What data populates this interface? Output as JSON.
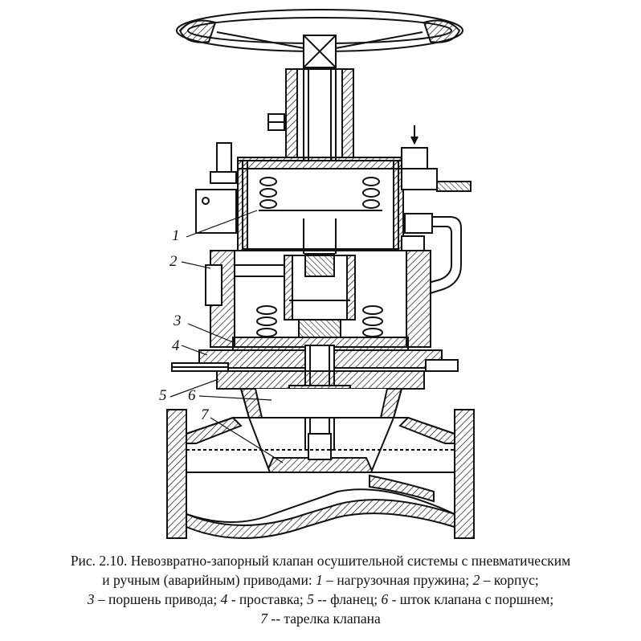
{
  "callouts": [
    {
      "id": "1",
      "text": "1"
    },
    {
      "id": "2",
      "text": "2"
    },
    {
      "id": "3",
      "text": "3"
    },
    {
      "id": "4",
      "text": "4"
    },
    {
      "id": "5",
      "text": "5"
    },
    {
      "id": "6",
      "text": "6"
    },
    {
      "id": "7",
      "text": "7"
    }
  ],
  "caption": {
    "line1": "Рис. 2.10. Невозвратно-запорный клапан осушительной системы с пневматическим",
    "line2_pre": "и ручным (аварийным) приводами: ",
    "n1": "1",
    "t1": " – нагрузочная пружина; ",
    "n2": "2",
    "t2": " – корпус;",
    "n3": "3",
    "t3": " – поршень привода; ",
    "n4": "4",
    "t4": " - проставка; ",
    "n5": "5",
    "t5": " -- фланец; ",
    "n6": "6",
    "t6": " - шток клапана с поршнем;",
    "n7": "7",
    "t7": " -- тарелка клапана"
  }
}
